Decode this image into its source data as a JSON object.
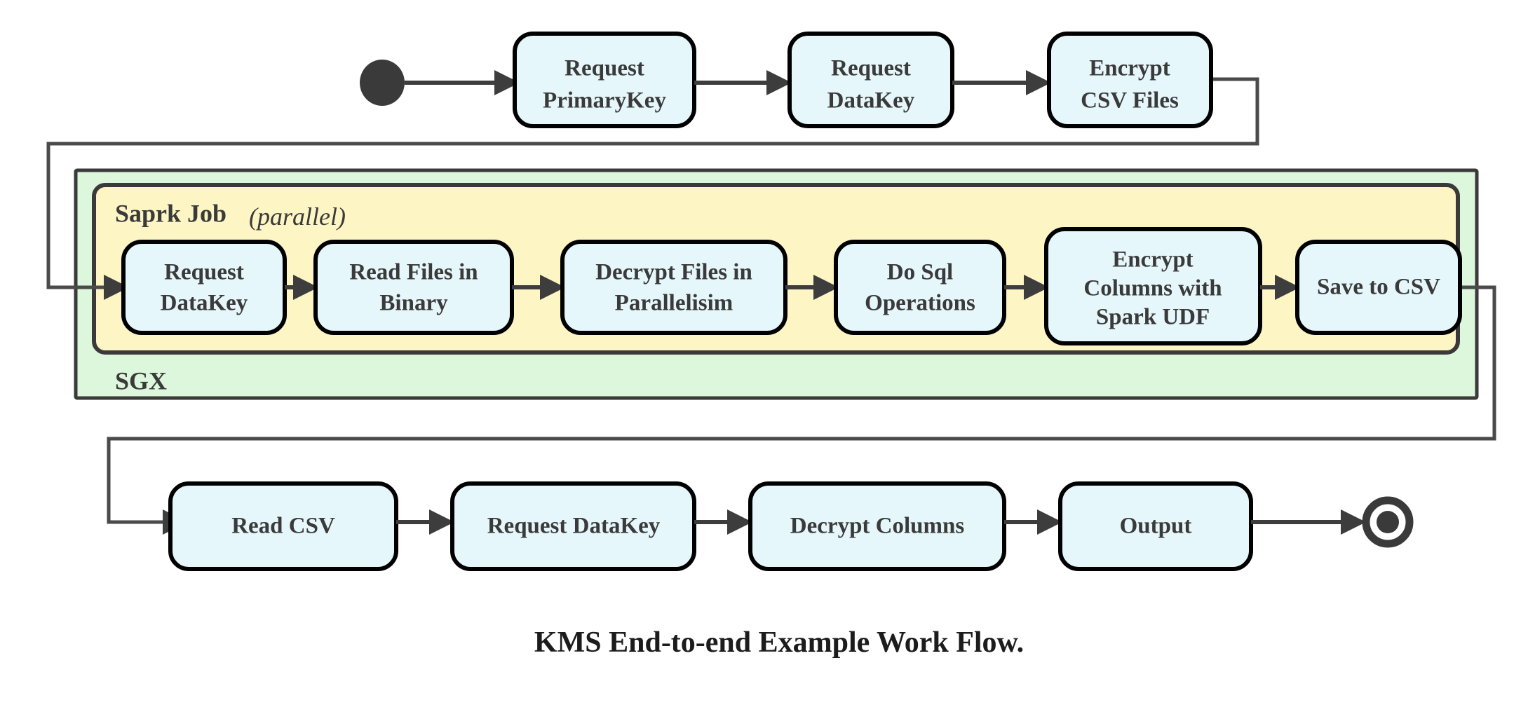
{
  "caption": "KMS End-to-end Example Work Flow.",
  "colors": {
    "node_fill": "#e6f7fb",
    "node_stroke": "#000000",
    "sgx_fill": "#ddf7dd",
    "spark_fill": "#fdf5c4",
    "edge": "#3d3d3d",
    "text": "#3a3a3a",
    "background": "#ffffff"
  },
  "markers": {
    "start": "start-state-dot",
    "end": "end-state-ring"
  },
  "containers": {
    "sgx": {
      "label": "SGX"
    },
    "spark": {
      "label_bold": "Saprk Job",
      "label_italic": "(parallel)"
    }
  },
  "rows": {
    "top": {
      "nodes": [
        {
          "id": "request-primarykey",
          "line1": "Request",
          "line2": "PrimaryKey"
        },
        {
          "id": "request-datakey-top",
          "line1": "Request",
          "line2": "DataKey"
        },
        {
          "id": "encrypt-csv-files",
          "line1": "Encrypt",
          "line2": "CSV Files"
        }
      ]
    },
    "middle": {
      "nodes": [
        {
          "id": "request-datakey-spark",
          "line1": "Request",
          "line2": "DataKey",
          "line3": ""
        },
        {
          "id": "read-files-in-binary",
          "line1": "Read Files in",
          "line2": "Binary",
          "line3": ""
        },
        {
          "id": "decrypt-files-in-parallelisim",
          "line1": "Decrypt Files in",
          "line2": "Parallelisim",
          "line3": ""
        },
        {
          "id": "do-sql-operations",
          "line1": "Do Sql",
          "line2": "Operations",
          "line3": ""
        },
        {
          "id": "encrypt-columns-with-spark-udf",
          "line1": "Encrypt",
          "line2": "Columns with",
          "line3": "Spark UDF"
        },
        {
          "id": "save-to-csv",
          "line1": "Save to CSV",
          "line2": "",
          "line3": ""
        }
      ]
    },
    "bottom": {
      "nodes": [
        {
          "id": "read-csv",
          "line1": "Read CSV",
          "line2": ""
        },
        {
          "id": "request-datakey-bottom",
          "line1": "Request DataKey",
          "line2": ""
        },
        {
          "id": "decrypt-columns",
          "line1": "Decrypt Columns",
          "line2": ""
        },
        {
          "id": "output",
          "line1": "Output",
          "line2": ""
        }
      ]
    }
  }
}
